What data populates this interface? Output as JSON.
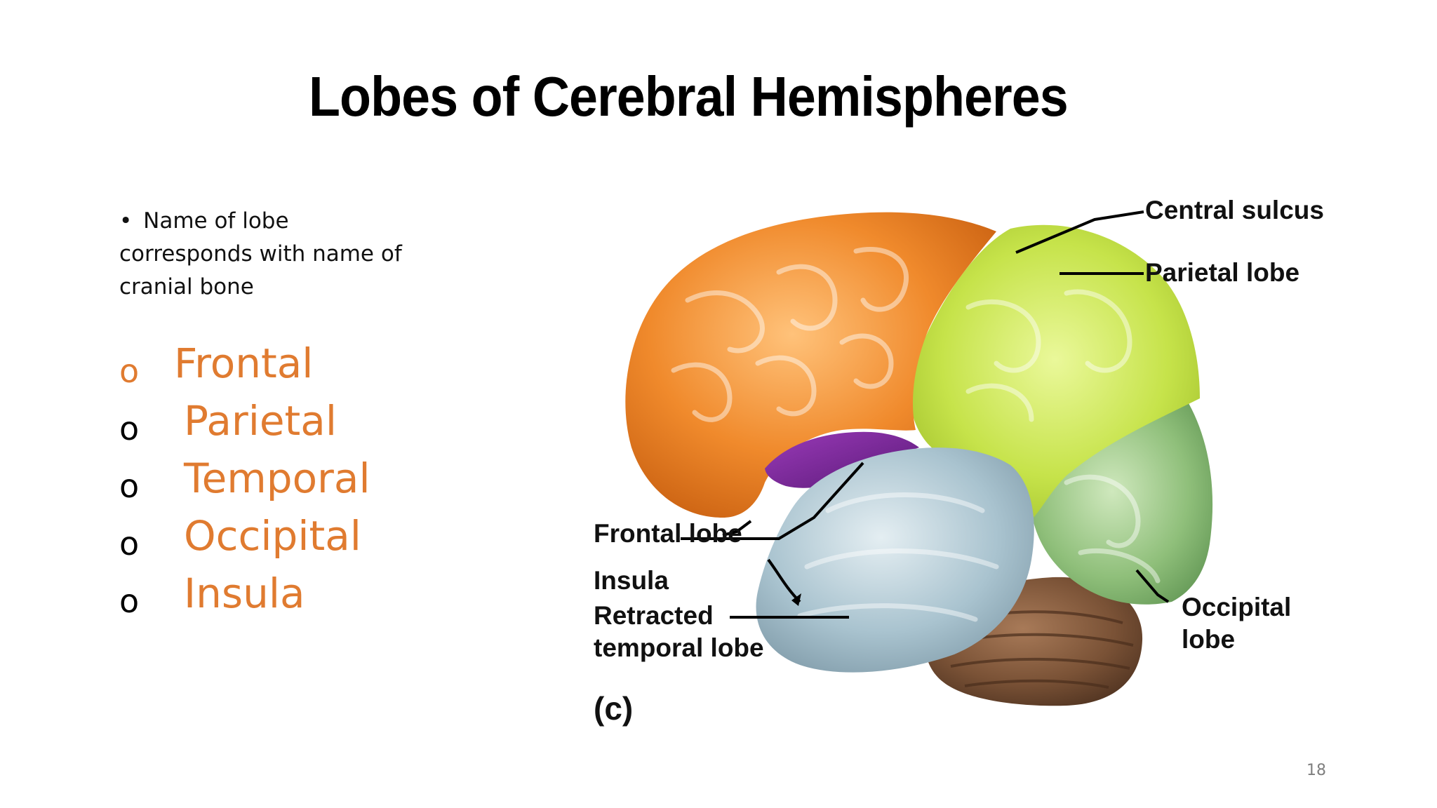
{
  "slide": {
    "title": "Lobes of Cerebral Hemispheres",
    "note": {
      "bullet": "•",
      "text": "Name of lobe corresponds with name of cranial bone"
    },
    "lobes": [
      {
        "marker": "o",
        "label": "Frontal"
      },
      {
        "marker": "o",
        "label": "Parietal"
      },
      {
        "marker": "o",
        "label": "Temporal"
      },
      {
        "marker": "o",
        "label": "Occipital"
      },
      {
        "marker": "o",
        "label": "Insula"
      }
    ],
    "page_number": "18"
  },
  "figure": {
    "labels": {
      "central_sulcus": "Central sulcus",
      "parietal_lobe": "Parietal lobe",
      "frontal_lobe": "Frontal lobe",
      "insula": "Insula",
      "retracted_line1": "Retracted",
      "retracted_line2": "temporal lobe",
      "occipital_line1": "Occipital",
      "occipital_line2": "lobe",
      "panel": "(c)"
    },
    "colors": {
      "frontal": "#f08a2c",
      "parietal": "#c6e34a",
      "occipital": "#8fbf7a",
      "temporal": "#a9c3cf",
      "insula": "#7a2a9a",
      "cerebellum": "#7a5236",
      "bullet_accent": "#e07b30"
    }
  }
}
